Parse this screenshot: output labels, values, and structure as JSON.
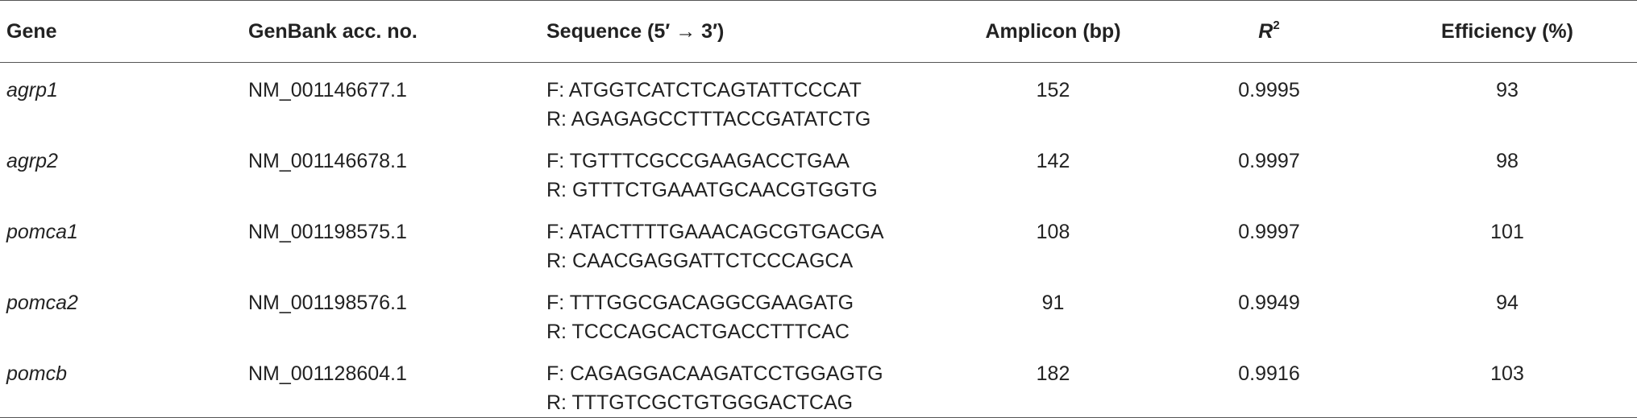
{
  "headers": {
    "gene": "Gene",
    "accession": "GenBank acc. no.",
    "sequence": "Sequence (5′ → 3′)",
    "amplicon": "Amplicon (bp)",
    "r2_base": "R",
    "r2_sup": "2",
    "efficiency": "Efficiency (%)"
  },
  "rows": [
    {
      "gene": "agrp1",
      "accession": "NM_001146677.1",
      "forward": "F: ATGGTCATCTCAGTATTCCCAT",
      "reverse": "R: AGAGAGCCTTTACCGATATCTG",
      "amplicon": "152",
      "r2": "0.9995",
      "efficiency": "93"
    },
    {
      "gene": "agrp2",
      "accession": "NM_001146678.1",
      "forward": "F: TGTTTCGCCGAAGACCTGAA",
      "reverse": "R: GTTTCTGAAATGCAACGTGGTG",
      "amplicon": "142",
      "r2": "0.9997",
      "efficiency": "98"
    },
    {
      "gene": "pomca1",
      "accession": "NM_001198575.1",
      "forward": "F: ATACTTTTGAAACAGCGTGACGA",
      "reverse": "R: CAACGAGGATTCTCCCAGCA",
      "amplicon": "108",
      "r2": "0.9997",
      "efficiency": "101"
    },
    {
      "gene": "pomca2",
      "accession": "NM_001198576.1",
      "forward": "F: TTTGGCGACAGGCGAAGATG",
      "reverse": "R: TCCCAGCACTGACCTTTCAC",
      "amplicon": "91",
      "r2": "0.9949",
      "efficiency": "94"
    },
    {
      "gene": "pomcb",
      "accession": "NM_001128604.1",
      "forward": "F: CAGAGGACAAGATCCTGGAGTG",
      "reverse": "R: TTTGTCGCTGTGGGACTCAG",
      "amplicon": "182",
      "r2": "0.9916",
      "efficiency": "103"
    }
  ]
}
